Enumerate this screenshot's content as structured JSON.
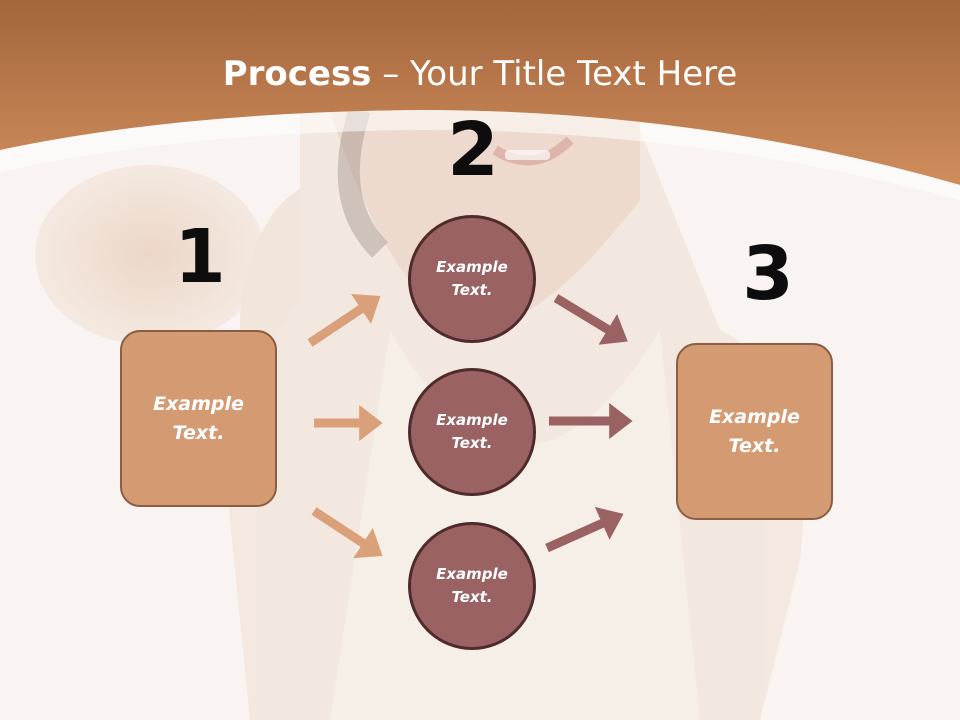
{
  "title": {
    "bold": "Process",
    "rest": " – Your Title Text Here"
  },
  "steps": [
    {
      "number": "1"
    },
    {
      "number": "2"
    },
    {
      "number": "3"
    }
  ],
  "left_box": {
    "text": "Example\nText."
  },
  "circles": [
    {
      "text": "Example\nText."
    },
    {
      "text": "Example\nText."
    },
    {
      "text": "Example\nText."
    }
  ],
  "right_box": {
    "text": "Example\nText."
  },
  "colors": {
    "header": "#c5804f",
    "box_fill": "#d49b73",
    "circle_fill": "#9a6263",
    "arrow_left": "#d9a07a",
    "arrow_right": "#9a6263"
  }
}
